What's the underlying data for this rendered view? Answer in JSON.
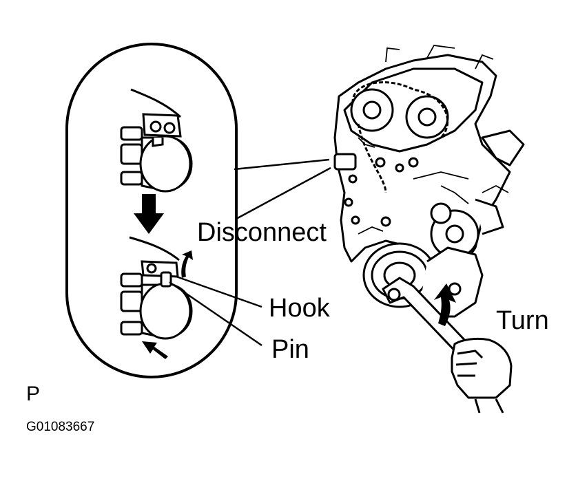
{
  "labels": {
    "disconnect": "Disconnect",
    "hook": "Hook",
    "pin": "Pin",
    "turn": "Turn"
  },
  "footer": {
    "view_code": "P",
    "figure_id": "G01083667"
  }
}
